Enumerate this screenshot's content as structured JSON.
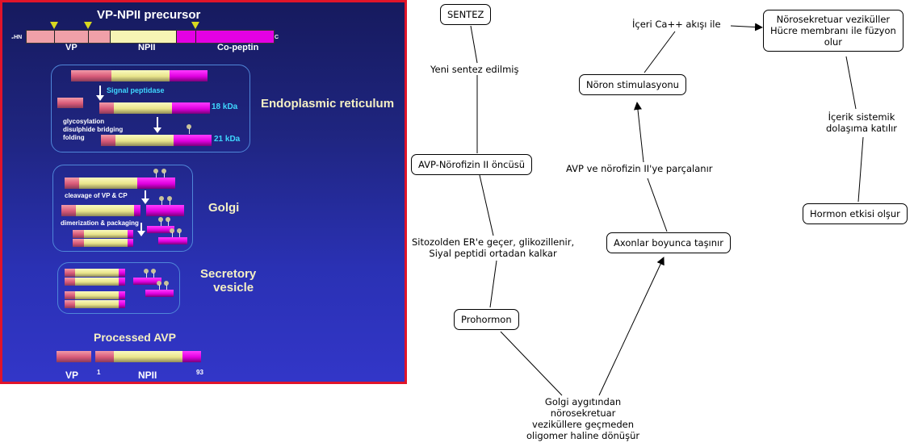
{
  "left_panel": {
    "title": "VP-NPII precursor",
    "precursor": {
      "n_terminus": "₂HN",
      "c_terminus": "C",
      "labels": [
        "VP",
        "NPII",
        "Co-peptin"
      ]
    },
    "er": {
      "title": "Endoplasmic reticulum",
      "signal_peptidase": "Signal peptidase",
      "mass_1": "18 kDa",
      "mass_2": "21 kDa",
      "steps": [
        "glycosylation",
        "disulphide bridging",
        "folding"
      ]
    },
    "golgi": {
      "title": "Golgi",
      "step_1": "cleavage of VP & CP",
      "step_2": "dimerization & packaging"
    },
    "vesicle": {
      "title_line1": "Secretory",
      "title_line2": "vesicle"
    },
    "processed": {
      "title": "Processed AVP",
      "vp_label": "VP",
      "start_num": "1",
      "npii_label": "NPII",
      "end_num": "93"
    },
    "colors": {
      "border": "#e0142a",
      "vp": "#d85a78",
      "npii": "#e8e48a",
      "copeptin": "#e000e0",
      "cleavage_marker": "#d8d820"
    }
  },
  "flowchart": {
    "nodes": {
      "sentez": "SENTEZ",
      "avp_precursor": "AVP-Nörofizin II öncüsü",
      "prohormon": "Prohormon",
      "axon_transport": "Axonlar boyunca taşınır",
      "neuron_stim": "Nöron stimulasyonu",
      "vesicle_fusion": [
        "Nörosekretuar veziküller",
        "Hücre membranı ile füzyon",
        "olur"
      ],
      "hormone_effect": "Hormon etkisi olşur"
    },
    "links": {
      "newly_synth": "Yeni sentez edilmiş",
      "er_step": [
        "Sitozolden ER'e geçer, glikozillenir,",
        "Siyal peptidi ortadan kalkar"
      ],
      "golgi_step": [
        "Golgi aygıtından",
        "nörosekretuar",
        "veziküllere geçmeden",
        "oligomer haline dönüşür"
      ],
      "cleaved": "AVP ve nörofizin II'ye parçalanır",
      "calcium": "İçeri Ca++ akışı ile",
      "systemic": [
        "İçerik sistemik",
        "dolaşıma katılır"
      ]
    }
  }
}
